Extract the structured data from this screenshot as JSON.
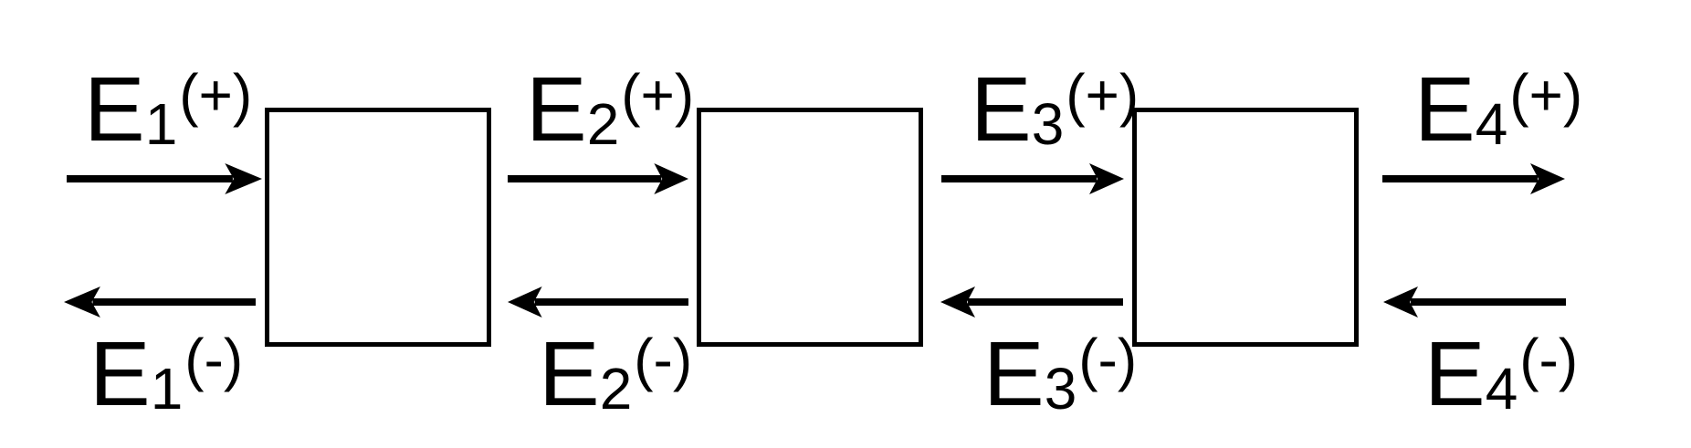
{
  "diagram": {
    "background_color": "#ffffff",
    "line_color": "#000000",
    "boxes": [
      {
        "name": "stage-1"
      },
      {
        "name": "stage-2"
      },
      {
        "name": "stage-3"
      }
    ],
    "flows": [
      {
        "text": "E1(+)",
        "base": "E",
        "sub": "1",
        "sup": "(+)",
        "direction": "right",
        "row": "top",
        "position": "left-of-stage-1"
      },
      {
        "text": "E1(-)",
        "base": "E",
        "sub": "1",
        "sup": "(-)",
        "direction": "left",
        "row": "bottom",
        "position": "left-of-stage-1"
      },
      {
        "text": "E2(+)",
        "base": "E",
        "sub": "2",
        "sup": "(+)",
        "direction": "right",
        "row": "top",
        "position": "stage-1-to-stage-2"
      },
      {
        "text": "E2(-)",
        "base": "E",
        "sub": "2",
        "sup": "(-)",
        "direction": "left",
        "row": "bottom",
        "position": "stage-1-to-stage-2"
      },
      {
        "text": "E3(+)",
        "base": "E",
        "sub": "3",
        "sup": "(+)",
        "direction": "right",
        "row": "top",
        "position": "stage-2-to-stage-3"
      },
      {
        "text": "E3(-)",
        "base": "E",
        "sub": "3",
        "sup": "(-)",
        "direction": "left",
        "row": "bottom",
        "position": "stage-2-to-stage-3"
      },
      {
        "text": "E4(+)",
        "base": "E",
        "sub": "4",
        "sup": "(+)",
        "direction": "right",
        "row": "top",
        "position": "right-of-stage-3"
      },
      {
        "text": "E4(-)",
        "base": "E",
        "sub": "4",
        "sup": "(-)",
        "direction": "left",
        "row": "bottom",
        "position": "right-of-stage-3"
      }
    ]
  }
}
